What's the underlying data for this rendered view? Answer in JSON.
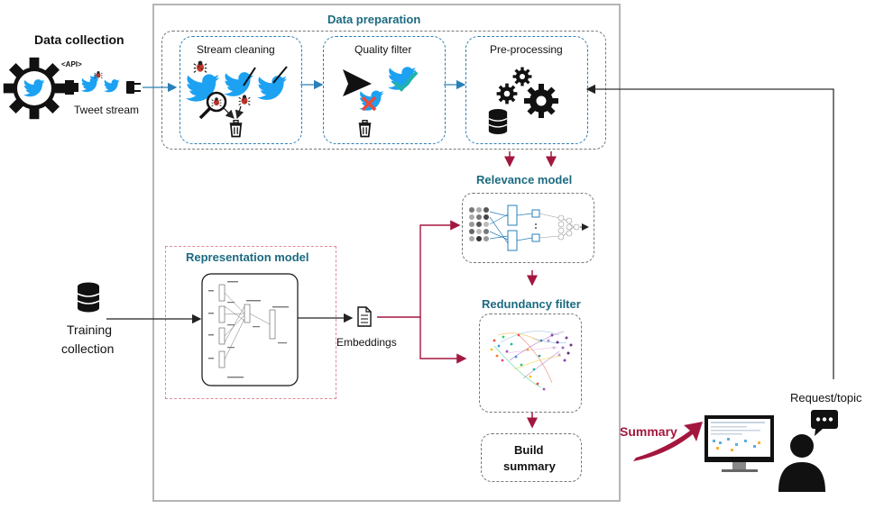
{
  "data_collection": {
    "title": "Data collection",
    "api_tag": "<API>",
    "tweet_stream": "Tweet stream"
  },
  "data_preparation": {
    "title": "Data preparation",
    "stream_cleaning": "Stream cleaning",
    "quality_filter": "Quality filter",
    "pre_processing": "Pre-processing"
  },
  "relevance_model": {
    "title": "Relevance model"
  },
  "representation_model": {
    "title": "Representation model"
  },
  "training_collection": {
    "line1": "Training",
    "line2": "collection"
  },
  "embeddings": {
    "label": "Embeddings"
  },
  "redundancy_filter": {
    "title": "Redundancy filter"
  },
  "build_summary": {
    "line1": "Build",
    "line2": "summary"
  },
  "summary_label": "Summary",
  "request_topic": "Request/topic",
  "colors": {
    "title_blue": "#1b6a80",
    "arrow_crimson": "#a3173f",
    "arrow_blue": "#2a7fb8",
    "twitter_blue": "#1da1f2"
  }
}
